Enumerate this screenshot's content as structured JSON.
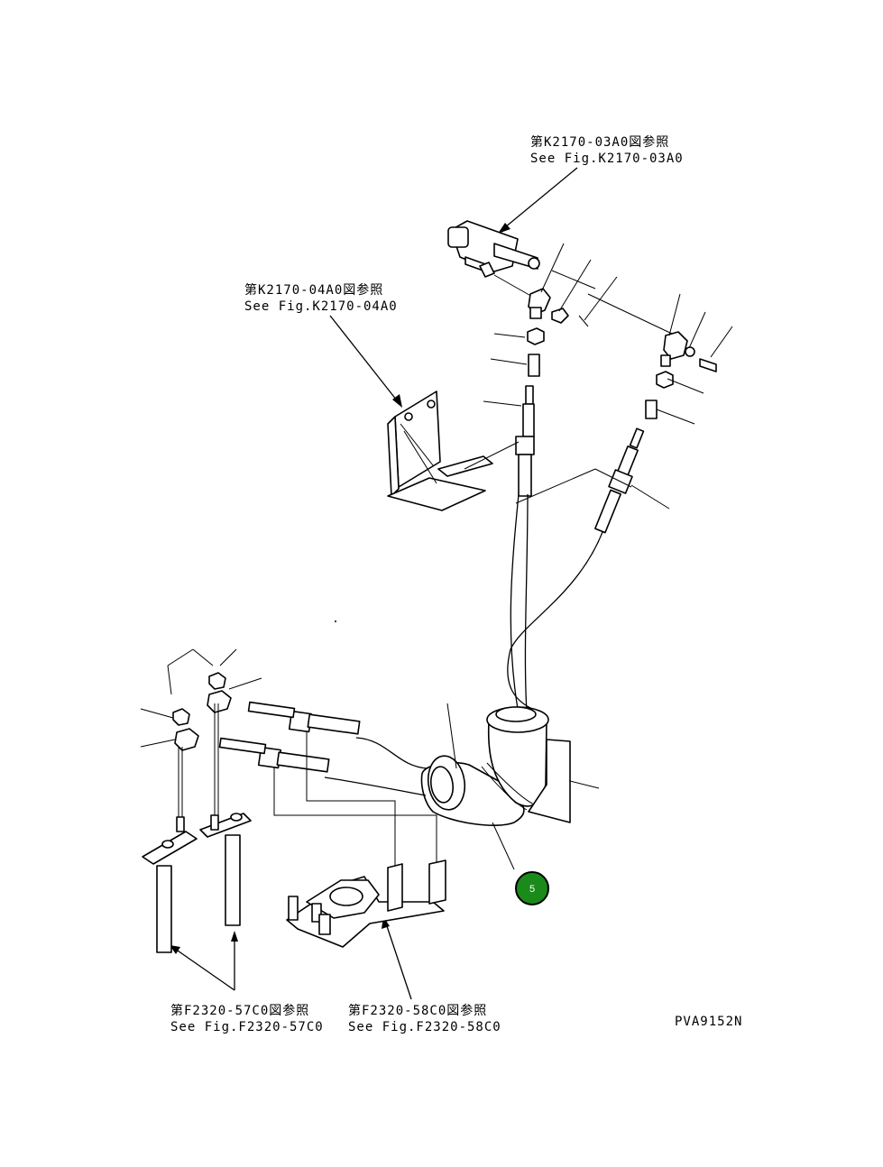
{
  "references": {
    "k2170_03a0": {
      "jp": "第K2170-03A0図参照",
      "en": "See Fig.K2170-03A0"
    },
    "k2170_04a0": {
      "jp": "第K2170-04A0図参照",
      "en": "See Fig.K2170-04A0"
    },
    "f2320_57c0": {
      "jp": "第F2320-57C0図参照",
      "en": "See Fig.F2320-57C0"
    },
    "f2320_58c0": {
      "jp": "第F2320-58C0図参照",
      "en": "See Fig.F2320-58C0"
    }
  },
  "drawing_code": "PVA9152N",
  "callout": {
    "number": "5",
    "color": "#1a8a1a"
  }
}
